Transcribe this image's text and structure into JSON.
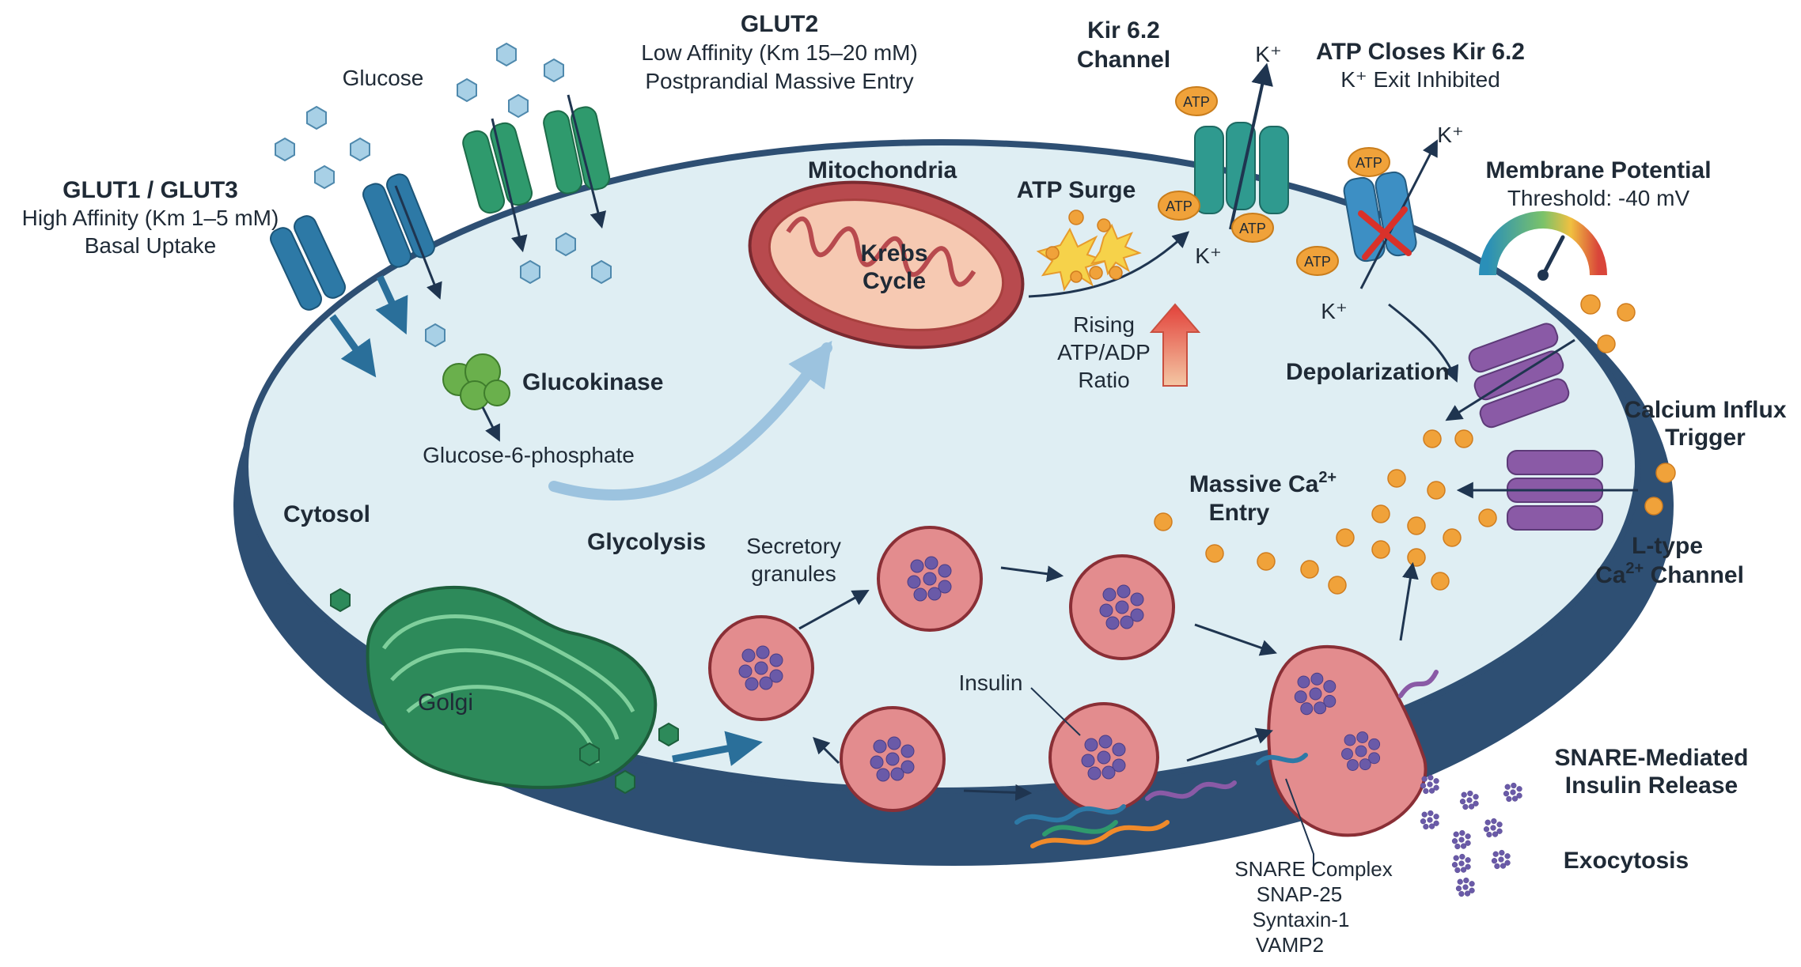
{
  "labels": {
    "glucose": "Glucose",
    "glut2_title": "GLUT2",
    "glut2_line1": "Low Affinity (Km 15–20 mM)",
    "glut2_line2": "Postprandial Massive Entry",
    "glut1_title": "GLUT1 / GLUT3",
    "glut1_line1": "High Affinity (Km 1–5 mM)",
    "glut1_line2": "Basal Uptake",
    "kir_line1": "Kir 6.2",
    "kir_line2": "Channel",
    "atp_close_line1": "ATP Closes Kir 6.2",
    "atp_close_line2": "K⁺ Exit Inhibited",
    "membrane_title": "Membrane Potential",
    "membrane_threshold": "Threshold: -40 mV",
    "mitochondria": "Mitochondria",
    "krebs_line1": "Krebs",
    "krebs_line2": "Cycle",
    "atp_surge": "ATP Surge",
    "rising_line1": "Rising",
    "rising_line2": "ATP/ADP",
    "rising_line3": "Ratio",
    "glucokinase": "Glucokinase",
    "g6p": "Glucose-6-phosphate",
    "cytosol": "Cytosol",
    "glycolysis": "Glycolysis",
    "depolarization": "Depolarization",
    "calcium_line1": "Calcium Influx",
    "calcium_line2": "Trigger",
    "massive_line1": "Massive Ca",
    "massive_sup": "2+",
    "massive_line2": "Entry",
    "ltype_line1": "L-type",
    "ltype_line2": "Ca",
    "ltype_sup": "2+",
    "ltype_line2b": " Channel",
    "secretory_line1": "Secretory",
    "secretory_line2": "granules",
    "insulin": "Insulin",
    "golgi": "Golgi",
    "snare_release_line1": "SNARE-Mediated",
    "snare_release_line2": "Insulin Release",
    "exocytosis": "Exocytosis",
    "snare_complex": "SNARE Complex",
    "snap25": "SNAP-25",
    "syntaxin": "Syntaxin-1",
    "vamp2": "VAMP2",
    "atp": "ATP",
    "k_plus": "K⁺"
  },
  "colors": {
    "cell_fill": "#dfeef3",
    "membrane": "#2e4f73",
    "glut2": "#2f9a6d",
    "glut1": "#2d79a6",
    "kir": "#2f9a8f",
    "atp_badge": "#f0a23a",
    "calcium": "#f0a23a",
    "ca_channel": "#8a5aa6",
    "granule": "#c8646a",
    "insulin_cluster": "#6a5aa8",
    "golgi": "#2d8a5a",
    "glucokinase": "#6ab04c",
    "mitochondria": "#b84a4e"
  }
}
